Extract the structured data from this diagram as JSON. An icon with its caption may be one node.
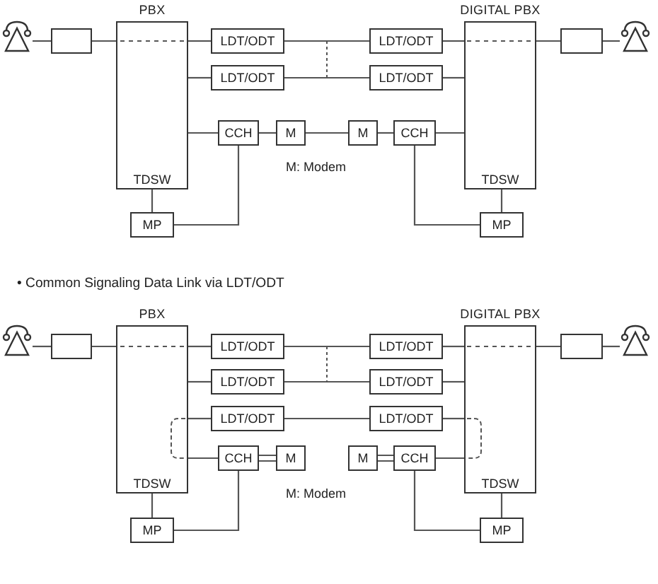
{
  "diagram": {
    "nodes": [
      {
        "text": [],
        "shape": "picture"
      },
      {
        "text": [],
        "shape": "box"
      },
      {
        "text": [
          "PBX",
          "TDSW"
        ]
      },
      {
        "text": [
          "LDT/ODT"
        ]
      },
      {
        "text": [
          "LDT/ODT"
        ]
      },
      {
        "text": [
          "DIGITAL PBX",
          "TDSW"
        ]
      },
      {
        "text": [],
        "shape": "box"
      },
      {
        "text": [],
        "shape": "picture"
      },
      {
        "text": [
          "LDT/ODT"
        ]
      },
      {
        "text": [
          "LDT/ODT"
        ]
      },
      {
        "text": [
          "CCH"
        ]
      },
      {
        "text": [
          "M"
        ]
      },
      {
        "text": [
          "M"
        ]
      },
      {
        "text": [
          "CCH"
        ]
      },
      {
        "text": [
          "MP"
        ]
      },
      {
        "text": [
          "MP"
        ]
      },
      {
        "text": [],
        "shape": "picture"
      },
      {
        "text": [],
        "shape": "box"
      },
      {
        "text": [
          "PBX",
          "TDSW"
        ]
      },
      {
        "text": [
          "LDT/ODT"
        ]
      },
      {
        "text": [
          "LDT/ODT"
        ]
      },
      {
        "text": [
          "DIGITAL PBX",
          "TDSW"
        ]
      },
      {
        "text": [],
        "shape": "box"
      },
      {
        "text": [],
        "shape": "picture"
      },
      {
        "text": [
          "LDT/ODT"
        ]
      },
      {
        "text": [
          "LDT/ODT"
        ]
      },
      {
        "text": [
          "LDT/ODT"
        ]
      },
      {
        "text": [
          "LDT/ODT"
        ]
      },
      {
        "text": [
          "CCH"
        ]
      },
      {
        "text": [
          "M"
        ]
      },
      {
        "text": [
          "M"
        ]
      },
      {
        "text": [
          "CCH"
        ]
      },
      {
        "text": [
          "MP"
        ]
      },
      {
        "text": [
          "MP"
        ]
      }
    ],
    "edges": [
      {
        "from": 0,
        "to": 1,
        "arrow": "none"
      },
      {
        "from": 1,
        "to": 2,
        "arrow": "none"
      },
      {
        "from": 2,
        "to": 3,
        "arrow": "none"
      },
      {
        "from": 3,
        "to": 4,
        "arrow": "none"
      },
      {
        "from": 4,
        "to": 5,
        "arrow": "none"
      },
      {
        "from": 5,
        "to": 6,
        "arrow": "none"
      },
      {
        "from": 6,
        "to": 7,
        "arrow": "none"
      },
      {
        "from": 2,
        "to": 8,
        "arrow": "none"
      },
      {
        "from": 8,
        "to": 9,
        "arrow": "none"
      },
      {
        "from": 9,
        "to": 5,
        "arrow": "none"
      },
      {
        "from": 2,
        "to": 10,
        "arrow": "none"
      },
      {
        "from": 10,
        "to": 11,
        "arrow": "none"
      },
      {
        "from": 11,
        "to": 12,
        "arrow": "none"
      },
      {
        "from": 12,
        "to": 13,
        "arrow": "none"
      },
      {
        "from": 13,
        "to": 5,
        "arrow": "none"
      },
      {
        "from": 2,
        "to": 14,
        "arrow": "none"
      },
      {
        "from": 10,
        "to": 14,
        "arrow": "none"
      },
      {
        "from": 13,
        "to": 15,
        "arrow": "none"
      },
      {
        "from": 5,
        "to": 15,
        "arrow": "none"
      },
      {
        "from": 16,
        "to": 17,
        "arrow": "none"
      },
      {
        "from": 17,
        "to": 18,
        "arrow": "none"
      },
      {
        "from": 18,
        "to": 19,
        "arrow": "none"
      },
      {
        "from": 19,
        "to": 20,
        "arrow": "none"
      },
      {
        "from": 20,
        "to": 21,
        "arrow": "none"
      },
      {
        "from": 21,
        "to": 22,
        "arrow": "none"
      },
      {
        "from": 22,
        "to": 23,
        "arrow": "none"
      },
      {
        "from": 18,
        "to": 24,
        "arrow": "none"
      },
      {
        "from": 24,
        "to": 25,
        "arrow": "none"
      },
      {
        "from": 25,
        "to": 21,
        "arrow": "none"
      },
      {
        "from": 18,
        "to": 26,
        "arrow": "none"
      },
      {
        "from": 26,
        "to": 27,
        "arrow": "none"
      },
      {
        "from": 27,
        "to": 21,
        "arrow": "none"
      },
      {
        "from": 18,
        "to": 28,
        "arrow": "none"
      },
      {
        "from": 28,
        "to": 29,
        "arrow": "none"
      },
      {
        "from": 30,
        "to": 31,
        "arrow": "none"
      },
      {
        "from": 31,
        "to": 21,
        "arrow": "none"
      },
      {
        "from": 18,
        "to": 32,
        "arrow": "none"
      },
      {
        "from": 28,
        "to": 32,
        "arrow": "none"
      },
      {
        "from": 31,
        "to": 33,
        "arrow": "none"
      },
      {
        "from": 21,
        "to": 33,
        "arrow": "none"
      }
    ],
    "labels": [
      "M: Modem",
      "• Common Signaling Data Link via LDT/ODT",
      "M: Modem"
    ]
  }
}
